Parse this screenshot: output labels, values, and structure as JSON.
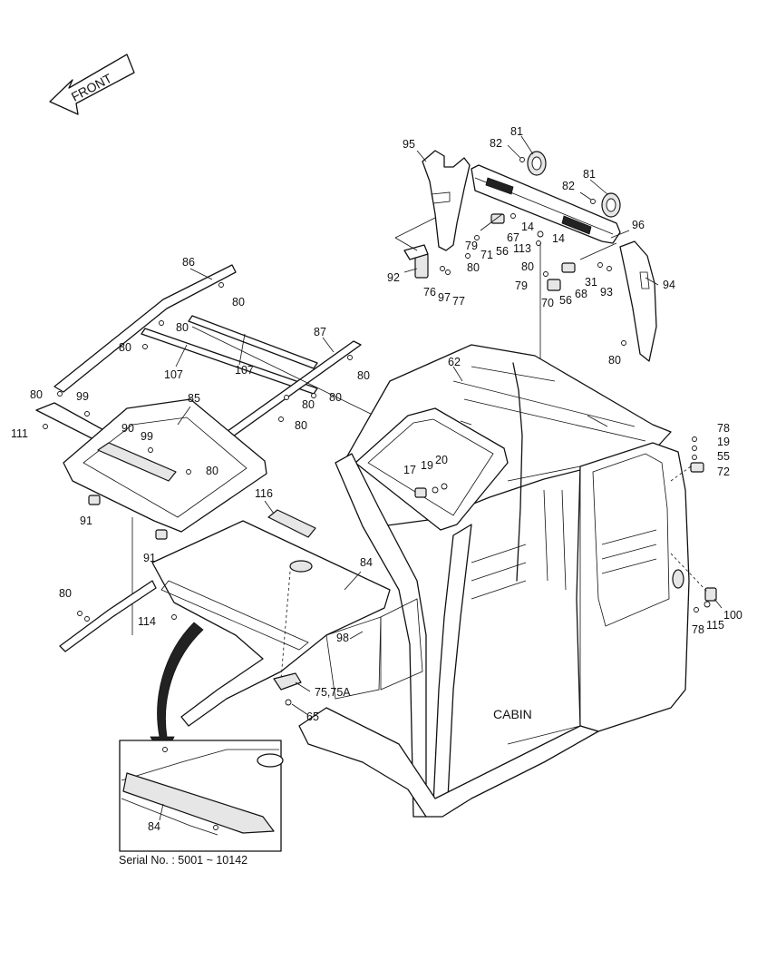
{
  "front_arrow": {
    "text": "FRONT"
  },
  "cabin_label": "CABIN",
  "serial": "Serial No. : 5001 ~ 10142",
  "callouts": {
    "c95": "95",
    "c81a": "81",
    "c82a": "82",
    "c81b": "81",
    "c82b": "82",
    "c96": "96",
    "c14a": "14",
    "c67": "67",
    "c56a": "56",
    "c79a": "79",
    "c71": "71",
    "c113": "113",
    "c14b": "14",
    "c80a": "80",
    "c80b": "80",
    "c92": "92",
    "c76": "76",
    "c97": "97",
    "c77": "77",
    "c79b": "79",
    "c70": "70",
    "c56b": "56",
    "c68": "68",
    "c31": "31",
    "c93": "93",
    "c94": "94",
    "c80c": "80",
    "c86": "86",
    "c80d": "80",
    "c80e": "80",
    "c80f": "80",
    "c107a": "107",
    "c107b": "107",
    "c87": "87",
    "c80g": "80",
    "c80h": "80",
    "c80i": "80",
    "c80j": "80",
    "c80k": "80",
    "c99a": "99",
    "c85": "85",
    "c111": "111",
    "c90": "90",
    "c99b": "99",
    "c80l": "80",
    "c91a": "91",
    "c91b": "91",
    "c62": "62",
    "c78a": "78",
    "c19a": "19",
    "c55": "55",
    "c72": "72",
    "c17": "17",
    "c19b": "19",
    "c20": "20",
    "c116": "116",
    "c84a": "84",
    "c80m": "80",
    "c114": "114",
    "c98": "98",
    "c75": "75,75A",
    "c65": "65",
    "c100": "100",
    "c115": "115",
    "c78b": "78",
    "c84b": "84"
  }
}
